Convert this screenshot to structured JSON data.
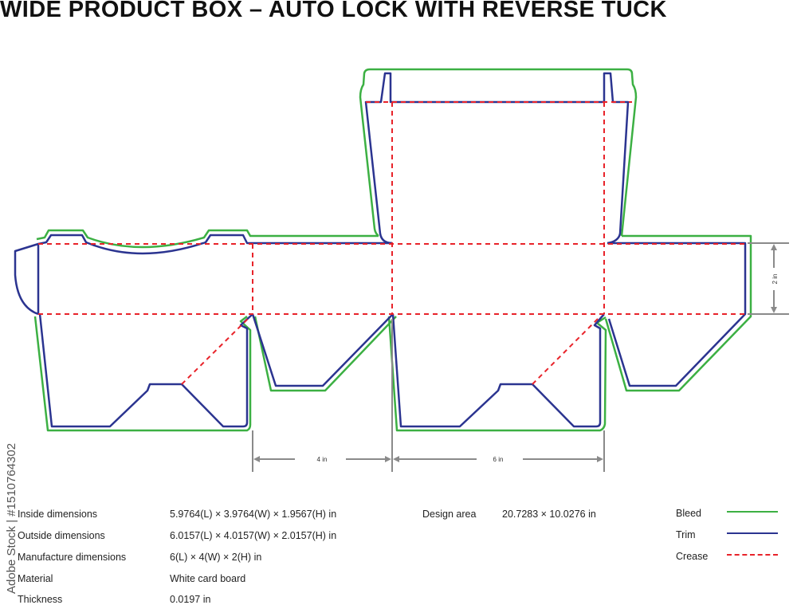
{
  "title": "WIDE PRODUCT BOX – AUTO LOCK WITH REVERSE TUCK",
  "dimension_labels": {
    "height": "2 in",
    "width": "4 in",
    "length": "6 in"
  },
  "specs": [
    {
      "label": "Inside dimensions",
      "value": "5.9764(L) × 3.9764(W) × 1.9567(H) in"
    },
    {
      "label": "Outside dimensions",
      "value": "6.0157(L) × 4.0157(W) × 2.0157(H) in"
    },
    {
      "label": "Manufacture dimensions",
      "value": "6(L) × 4(W) × 2(H) in"
    },
    {
      "label": "Material",
      "value": "White card board"
    },
    {
      "label": "Thickness",
      "value": "0.0197 in"
    }
  ],
  "design_area": {
    "label": "Design area",
    "value": "20.7283 × 10.0276 in"
  },
  "legend": [
    {
      "label": "Bleed",
      "color": "#3cb043",
      "style": "solid"
    },
    {
      "label": "Trim",
      "color": "#2b3490",
      "style": "solid"
    },
    {
      "label": "Crease",
      "color": "#e8232a",
      "style": "dashed"
    }
  ],
  "watermark": "Adobe Stock | #1510764302"
}
